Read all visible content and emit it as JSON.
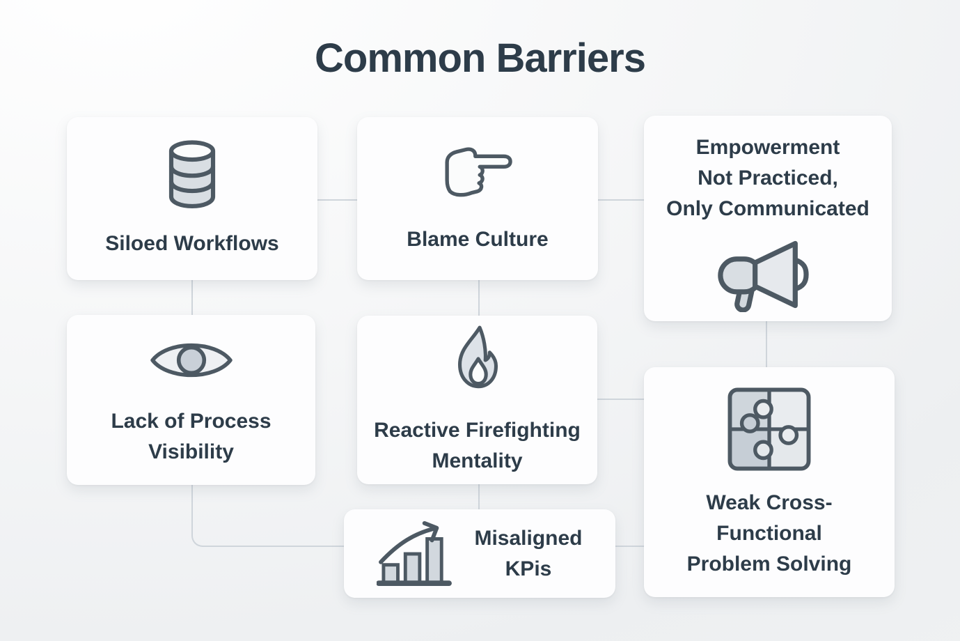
{
  "title": "Common Barriers",
  "cards": [
    {
      "id": "siloed-workflows",
      "icon": "database-icon",
      "label": "Siloed Workflows"
    },
    {
      "id": "blame-culture",
      "icon": "pointing-hand-icon",
      "label": "Blame Culture"
    },
    {
      "id": "empowerment-not-practiced",
      "icon": "megaphone-icon",
      "label": "Empowerment\nNot Practiced,\nOnly Communicated"
    },
    {
      "id": "lack-of-process-visibility",
      "icon": "eye-icon",
      "label": "Lack of Process\nVisibility"
    },
    {
      "id": "reactive-firefighting-mentality",
      "icon": "flame-icon",
      "label": "Reactive Firefighting\nMentality"
    },
    {
      "id": "misaligned-kpis",
      "icon": "bar-chart-arrow-icon",
      "label": "Misaligned\nKPis"
    },
    {
      "id": "weak-cross-functional-problem-solving",
      "icon": "puzzle-icon",
      "label": "Weak Cross-\nFunctional\nProblem Solving"
    }
  ],
  "colors": {
    "background": "#eff1f3",
    "card": "#fdfdfe",
    "text": "#2d3c49",
    "icon_stroke": "#4d5963",
    "icon_fill_light": "#e6e9ed",
    "icon_fill_mid": "#d2d8de",
    "connector": "#cfd5db"
  }
}
